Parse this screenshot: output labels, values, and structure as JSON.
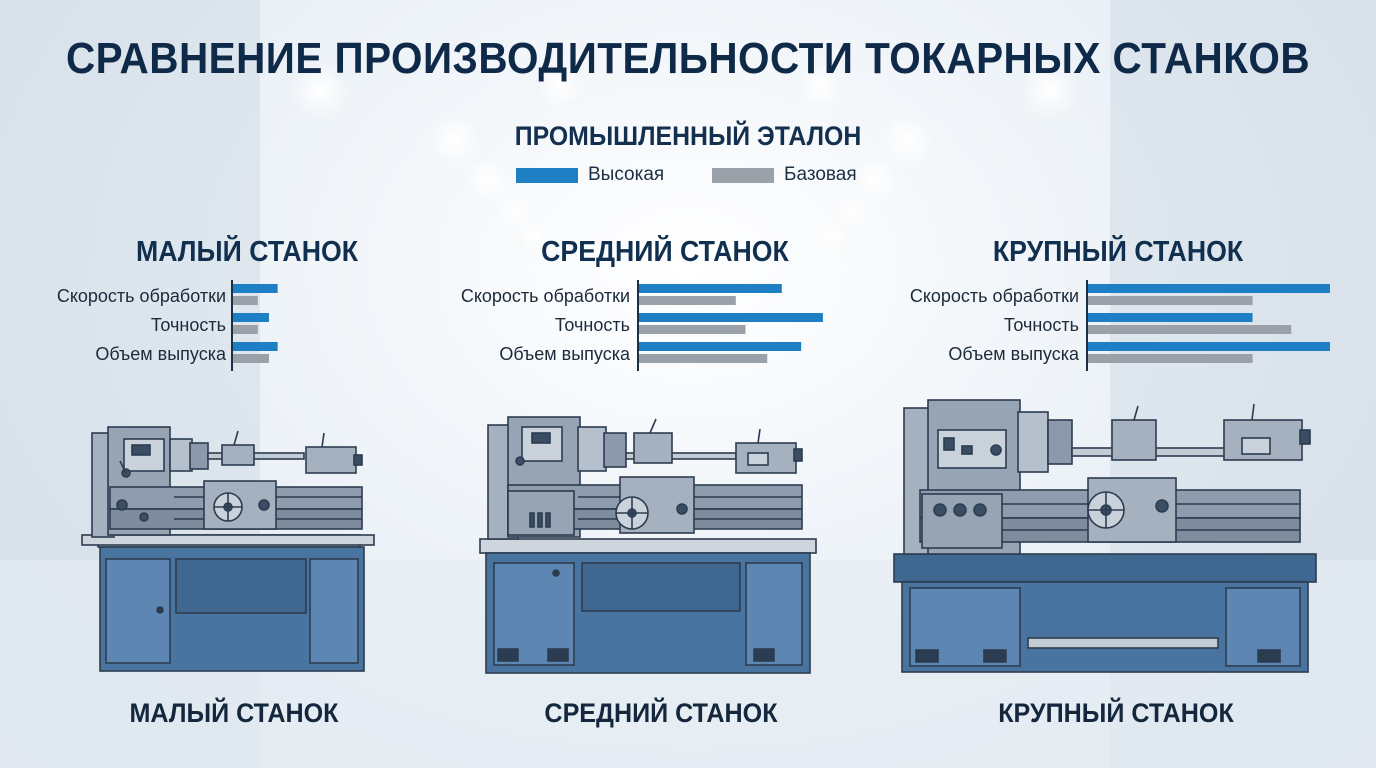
{
  "title": "СРАВНЕНИЕ ПРОИЗВОДИТЕЛЬНОСТИ ТОКАРНЫХ СТАНКОВ",
  "legend": {
    "title": "ПРОМЫШЛЕННЫЙ ЭТАЛОН",
    "items": [
      {
        "label": "Высокая",
        "color": "#1f7fc5"
      },
      {
        "label": "Базовая",
        "color": "#9aa1a8"
      }
    ]
  },
  "chart_data": [
    {
      "type": "bar",
      "orientation": "horizontal",
      "title": "МАЛЫЙ СТАНОК",
      "categories": [
        "Скорость обработки",
        "Точность",
        "Объем выпуска"
      ],
      "series": [
        {
          "name": "Высокая",
          "values": [
            3.6,
            2.9,
            3.6
          ],
          "color": "#1f7fc5"
        },
        {
          "name": "Базовая",
          "values": [
            2.0,
            2.0,
            2.9
          ],
          "color": "#9aa1a8"
        }
      ],
      "xlim": [
        0,
        10
      ]
    },
    {
      "type": "bar",
      "orientation": "horizontal",
      "title": "СРЕДНИЙ СТАНОК",
      "categories": [
        "Скорость обработки",
        "Точность",
        "Объем выпуска"
      ],
      "series": [
        {
          "name": "Высокая",
          "values": [
            5.9,
            7.6,
            6.7
          ],
          "color": "#1f7fc5"
        },
        {
          "name": "Базовая",
          "values": [
            4.0,
            4.4,
            5.3
          ],
          "color": "#9aa1a8"
        }
      ],
      "xlim": [
        0,
        10
      ]
    },
    {
      "type": "bar",
      "orientation": "horizontal",
      "title": "КРУПНЫЙ СТАНОК",
      "categories": [
        "Скорость обработки",
        "Точность",
        "Объем выпуска"
      ],
      "series": [
        {
          "name": "Высокая",
          "values": [
            10.0,
            6.8,
            10.0
          ],
          "color": "#1f7fc5"
        },
        {
          "name": "Базовая",
          "values": [
            6.8,
            8.4,
            6.8
          ],
          "color": "#9aa1a8"
        }
      ],
      "xlim": [
        0,
        10
      ]
    }
  ],
  "machines": [
    {
      "name": "МАЛЫЙ СТАНОК",
      "size": "small"
    },
    {
      "name": "СРЕДНИЙ СТАНОК",
      "size": "medium"
    },
    {
      "name": "КРУПНЫЙ СТАНОК",
      "size": "large"
    }
  ],
  "colors": {
    "title": "#0f2a48",
    "machine_steel": "#8f9cad",
    "machine_dark": "#3b4d63",
    "cabinet": "#4a74a0",
    "cabinet_light": "#5d87b2"
  }
}
